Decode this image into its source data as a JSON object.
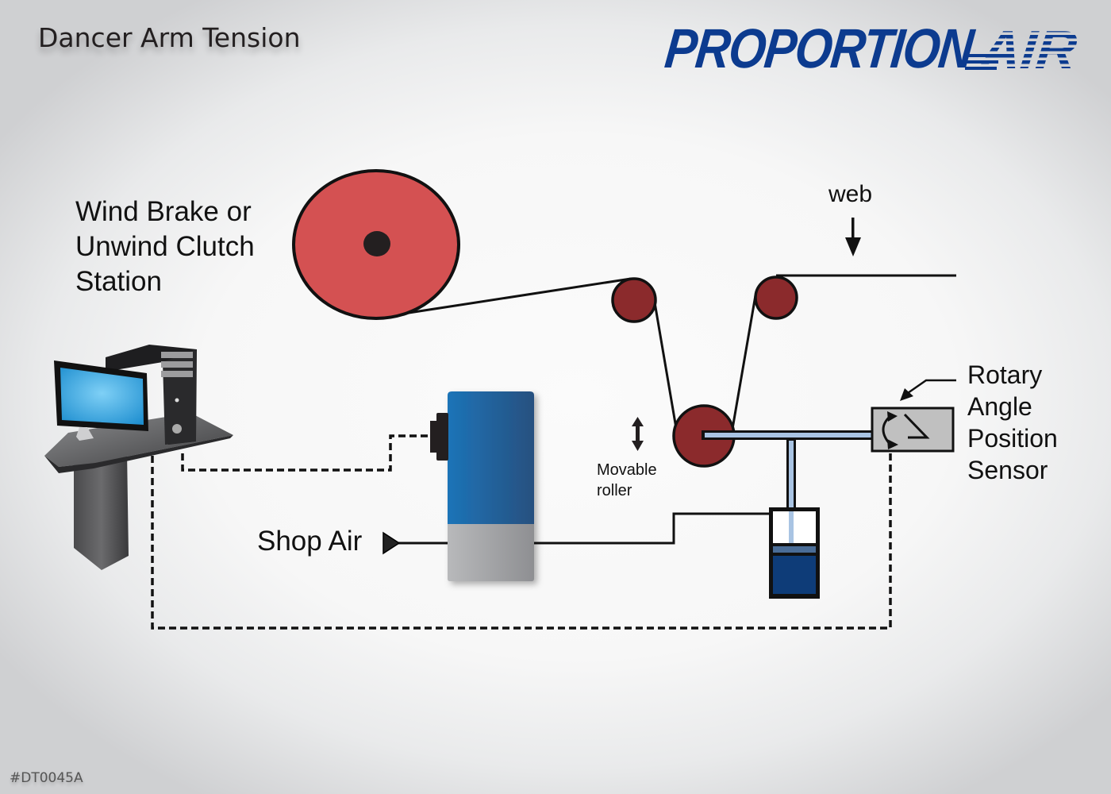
{
  "header": {
    "title": "Dancer Arm Tension",
    "logo_text": "PROPORTION",
    "logo_suffix": "AIR",
    "logo_color": "#0c3b8f"
  },
  "labels": {
    "station": [
      "Wind Brake or",
      "Unwind Clutch",
      "Station"
    ],
    "web": "web",
    "movable_roller": [
      "Movable",
      "roller"
    ],
    "shop_air": "Shop Air",
    "sensor": [
      "Rotary",
      "Angle",
      "Position",
      "Sensor"
    ]
  },
  "footer": {
    "doc_id": "#DT0045A"
  },
  "colors": {
    "reel": "#d45152",
    "roller": "#8b2a2c",
    "regulator_top": "#1e6fb5",
    "regulator_bottom": "#a8a9ab",
    "cylinder_fill": "#0e3c78",
    "arm": "#a9c4e3",
    "sensor_box": "#c0c0c0"
  },
  "components": [
    {
      "name": "wind-unwind-station-reel",
      "type": "reel"
    },
    {
      "name": "idler-roller-left",
      "type": "roller"
    },
    {
      "name": "idler-roller-right",
      "type": "roller"
    },
    {
      "name": "dancer-roller",
      "type": "movable roller"
    },
    {
      "name": "electro-pneumatic-regulator",
      "type": "regulator"
    },
    {
      "name": "pneumatic-cylinder",
      "type": "cylinder"
    },
    {
      "name": "rotary-angle-position-sensor",
      "type": "sensor"
    },
    {
      "name": "computer-workstation",
      "type": "controller"
    }
  ]
}
